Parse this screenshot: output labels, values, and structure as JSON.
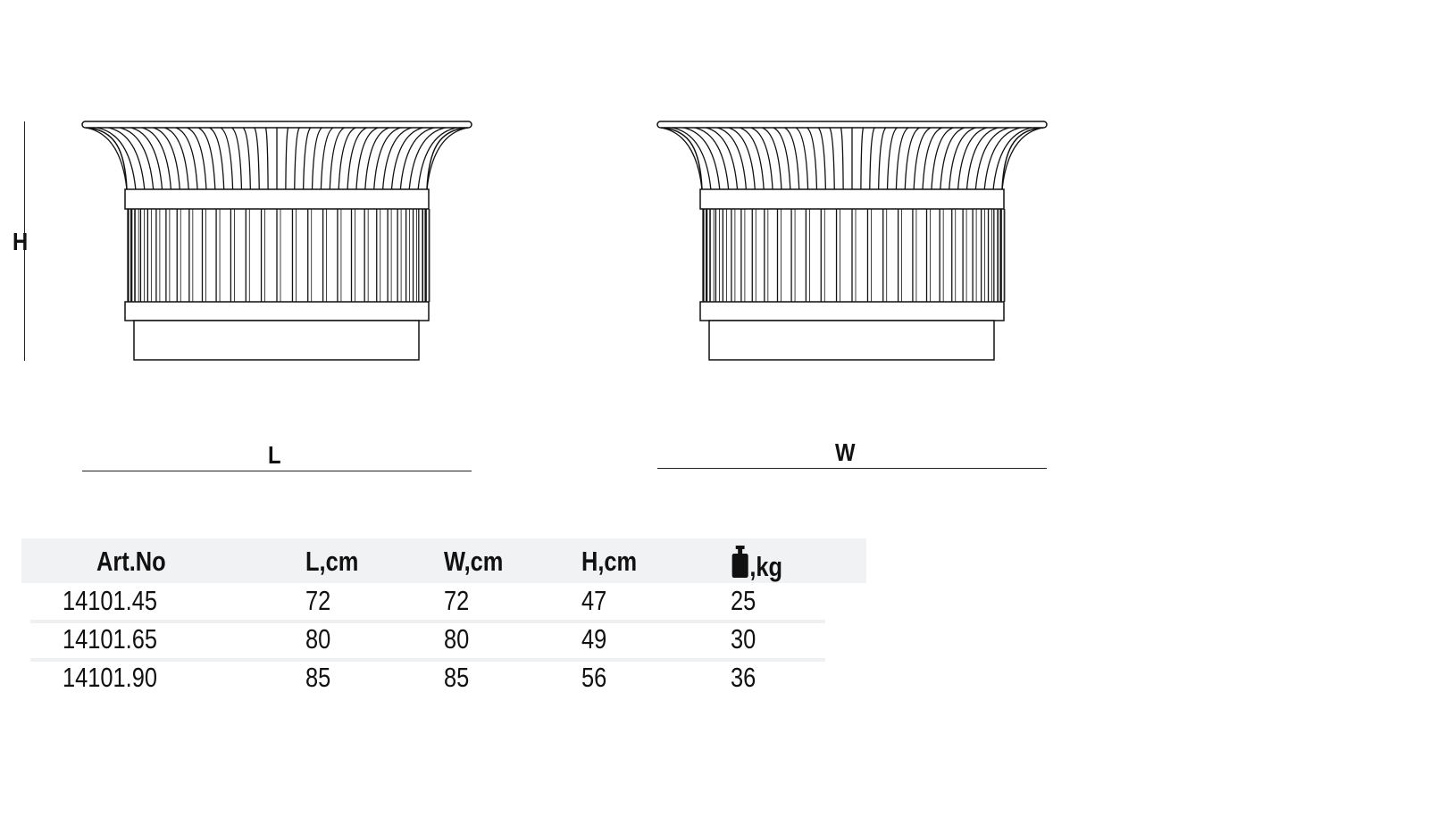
{
  "dimensions": {
    "height_label": "H",
    "length_label": "L",
    "width_label": "W"
  },
  "table": {
    "headers": [
      "Art.No",
      "L,cm",
      "W,cm",
      "H,cm",
      ",kg"
    ],
    "weight_icon": "weight-icon",
    "rows": [
      [
        "14101.45",
        "72",
        "72",
        "47",
        "25"
      ],
      [
        "14101.65",
        "80",
        "80",
        "49",
        "30"
      ],
      [
        "14101.90",
        "85",
        "85",
        "56",
        "36"
      ]
    ]
  }
}
